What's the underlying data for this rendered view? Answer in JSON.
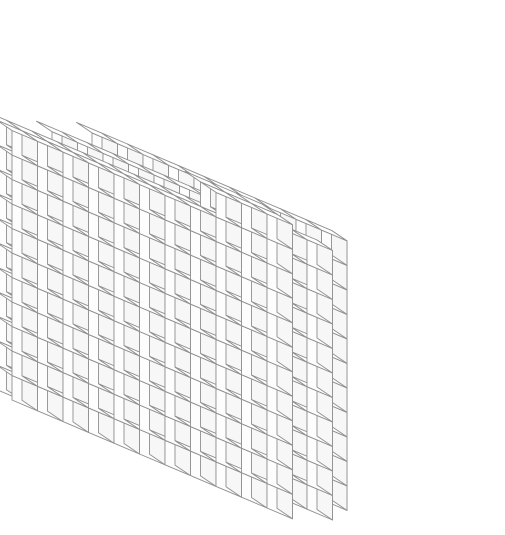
{
  "diagram": {
    "type": "isometric-cube-stack",
    "colors": {
      "background": "#ffffff",
      "edge": "#8f8f8f",
      "top_face": "#ffffff",
      "left_face": "#fdfdfd",
      "right_face": "#f7f7f7"
    },
    "layers": [
      {
        "name": "back-wall",
        "depth_cubes": 1,
        "columns": 10,
        "rows": 11
      },
      {
        "name": "middle-wall",
        "depth_cubes": 1,
        "columns": 11,
        "rows": 11
      },
      {
        "name": "front-wall-left",
        "depth_cubes": 2,
        "columns": 8,
        "rows": 11
      },
      {
        "name": "front-wall-right-column",
        "depth_cubes": 2,
        "columns": 3,
        "rows": 12
      }
    ]
  }
}
